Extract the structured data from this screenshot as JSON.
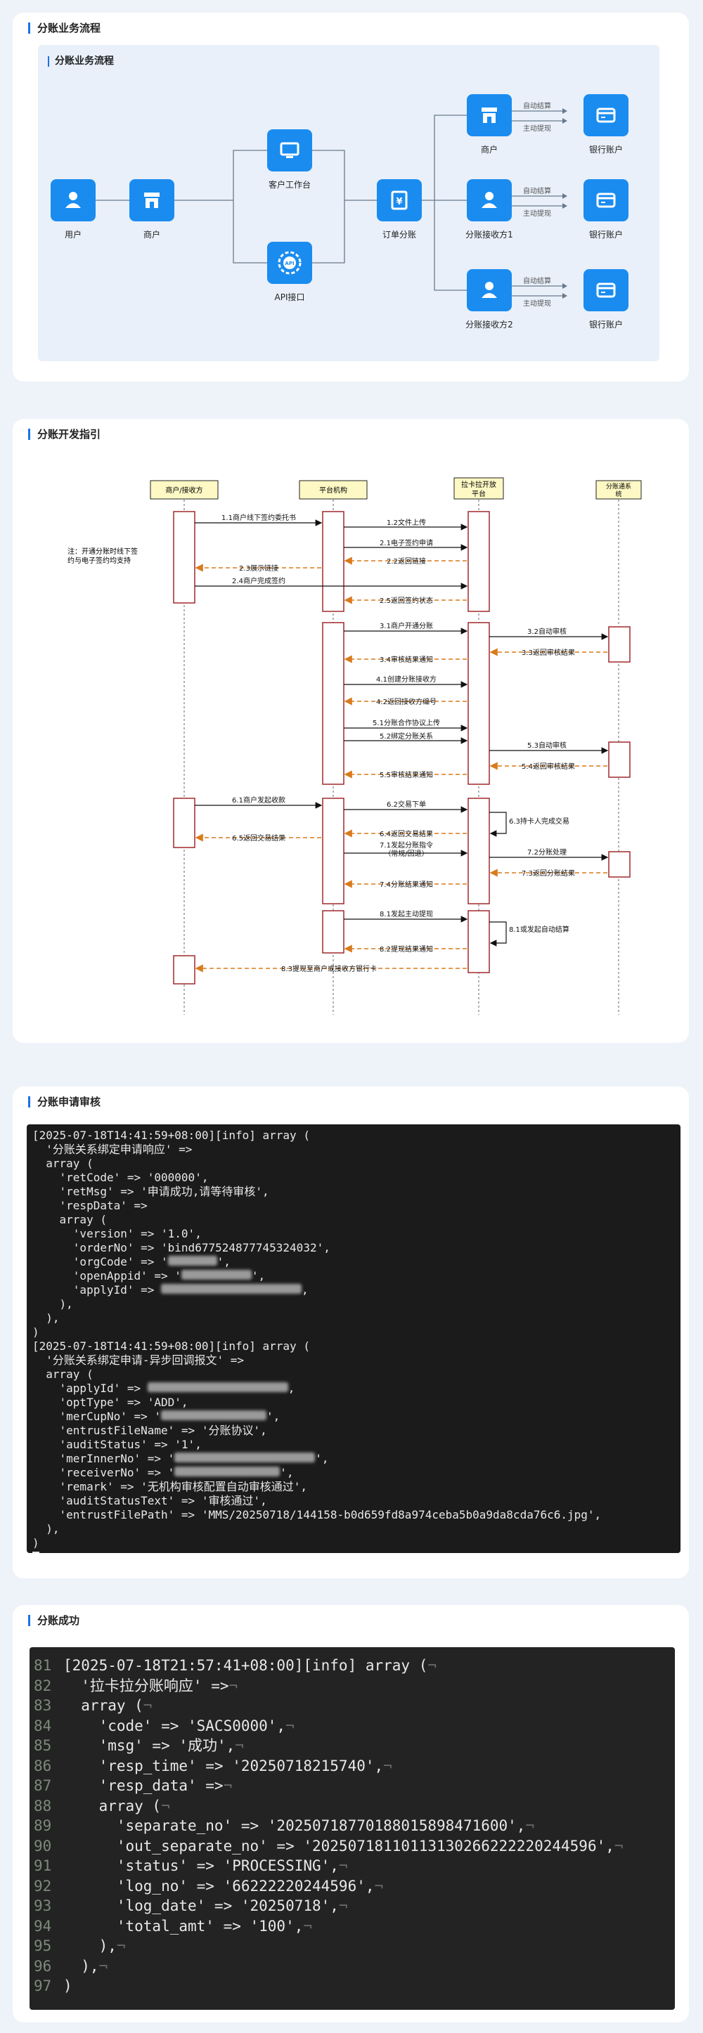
{
  "s1": {
    "title": "分账业务流程",
    "inner_title": "分账业务流程",
    "nodes": {
      "user": "用户",
      "merchant": "商户",
      "workbench": "客户工作台",
      "api": "API接口",
      "order_split": "订单分账",
      "right_merchant": "商户",
      "receiver1": "分账接收方1",
      "receiver2": "分账接收方2",
      "bank1": "银行账户",
      "bank2": "银行账户",
      "bank3": "银行账户"
    },
    "edges": {
      "auto": "自动结算",
      "manual": "主动提现"
    }
  },
  "s2": {
    "title": "分账开发指引",
    "lanes": [
      "商户/接收方",
      "平台机构",
      "拉卡拉开放平台",
      "分账通系统"
    ],
    "note": [
      "注：开通分账时线下签",
      "约与电子签约均支持"
    ],
    "messages": {
      "m11": "1.1商户线下签约委托书",
      "m12": "1.2文件上传",
      "m21": "2.1电子签约申请",
      "m22": "2.2返回链接",
      "m23": "2.3展示链接",
      "m24": "2.4商户完成签约",
      "m25": "2.5返回签约状态",
      "m31": "3.1商户开通分账",
      "m32": "3.2自动审核",
      "m33": "3.3返回审核结果",
      "m34": "3.4审核结果通知",
      "m41": "4.1创建分账接收方",
      "m42": "4.2返回接收方编号",
      "m51": "5.1分账合作协议上传",
      "m52": "5.2绑定分账关系",
      "m53": "5.3自动审核",
      "m54": "5.4返回审核结果",
      "m55": "5.5审核结果通知",
      "m61": "6.1商户发起收款",
      "m62": "6.2交易下单",
      "m63": "6.3持卡人完成交易",
      "m64": "6.4返回交易结果",
      "m65": "6.5返回交易结果",
      "m71a": "7.1发起分账指令",
      "m71b": "（常规/回退）",
      "m72": "7.2分账处理",
      "m73": "7.3返回分账结果",
      "m74": "7.4分账结果通知",
      "m81": "8.1发起主动提现",
      "m81b": "8.1或发起自动结算",
      "m82": "8.2提现结果通知",
      "m83": "8.3提现至商户或接收方银行卡"
    }
  },
  "s3": {
    "title": "分账申请审核",
    "lines": [
      "[2025-07-18T14:41:59+08:00][info] array (",
      "  '分账关系绑定申请响应' =>",
      "  array (",
      "    'retCode' => '000000',",
      "    'retMsg' => '申请成功,请等待审核',",
      "    'respData' =>",
      "    array (",
      "      'version' => '1.0',",
      "      'orderNo' => 'bind677524877745324032',",
      "      'orgCode' => '",
      "      'openAppid' => '",
      "      'applyId' => ",
      "    ),",
      "  ),",
      ")",
      "[2025-07-18T14:41:59+08:00][info] array (",
      "  '分账关系绑定申请-异步回调报文' =>",
      "  array (",
      "    'applyId' => ",
      "    'optType' => 'ADD',",
      "    'merCupNo' => '",
      "    'entrustFileName' => '分账协议',",
      "    'auditStatus' => '1',",
      "    'merInnerNo' => '",
      "    'receiverNo' => '",
      "    'remark' => '无机构审核配置自动审核通过',",
      "    'auditStatusText' => '审核通过',",
      "    'entrustFilePath' => 'MMS/20250718/144158-b0d659fd8a974ceba5b0a9da8cda76c6.jpg',",
      "  ),",
      ")"
    ]
  },
  "s4": {
    "title": "分账成功",
    "line_numbers": [
      "81",
      "82",
      "83",
      "84",
      "85",
      "86",
      "87",
      "88",
      "89",
      "90",
      "91",
      "92",
      "93",
      "94",
      "95",
      "96",
      "97"
    ],
    "lines": [
      "[2025-07-18T21:57:41+08:00][info] array (",
      "  '拉卡拉分账响应' =>",
      "  array (",
      "    'code' => 'SACS0000',",
      "    'msg' => '成功',",
      "    'resp_time' => '20250718215740',",
      "    'resp_data' =>",
      "    array (",
      "      'separate_no' => '20250718770188015898471600',",
      "      'out_separate_no' => '20250718110113130266222220244596',",
      "      'status' => 'PROCESSING',",
      "      'log_no' => '66222220244596',",
      "      'log_date' => '20250718',",
      "      'total_amt' => '100',",
      "    ),",
      "  ),",
      ")"
    ]
  },
  "colors": {
    "accent": "#1a73e8",
    "icon_blue": "#1a8cf0",
    "lane_header_bg": "#fdf8c4",
    "activation_border": "#a0282c",
    "return_arrow": "#d97a1c"
  }
}
